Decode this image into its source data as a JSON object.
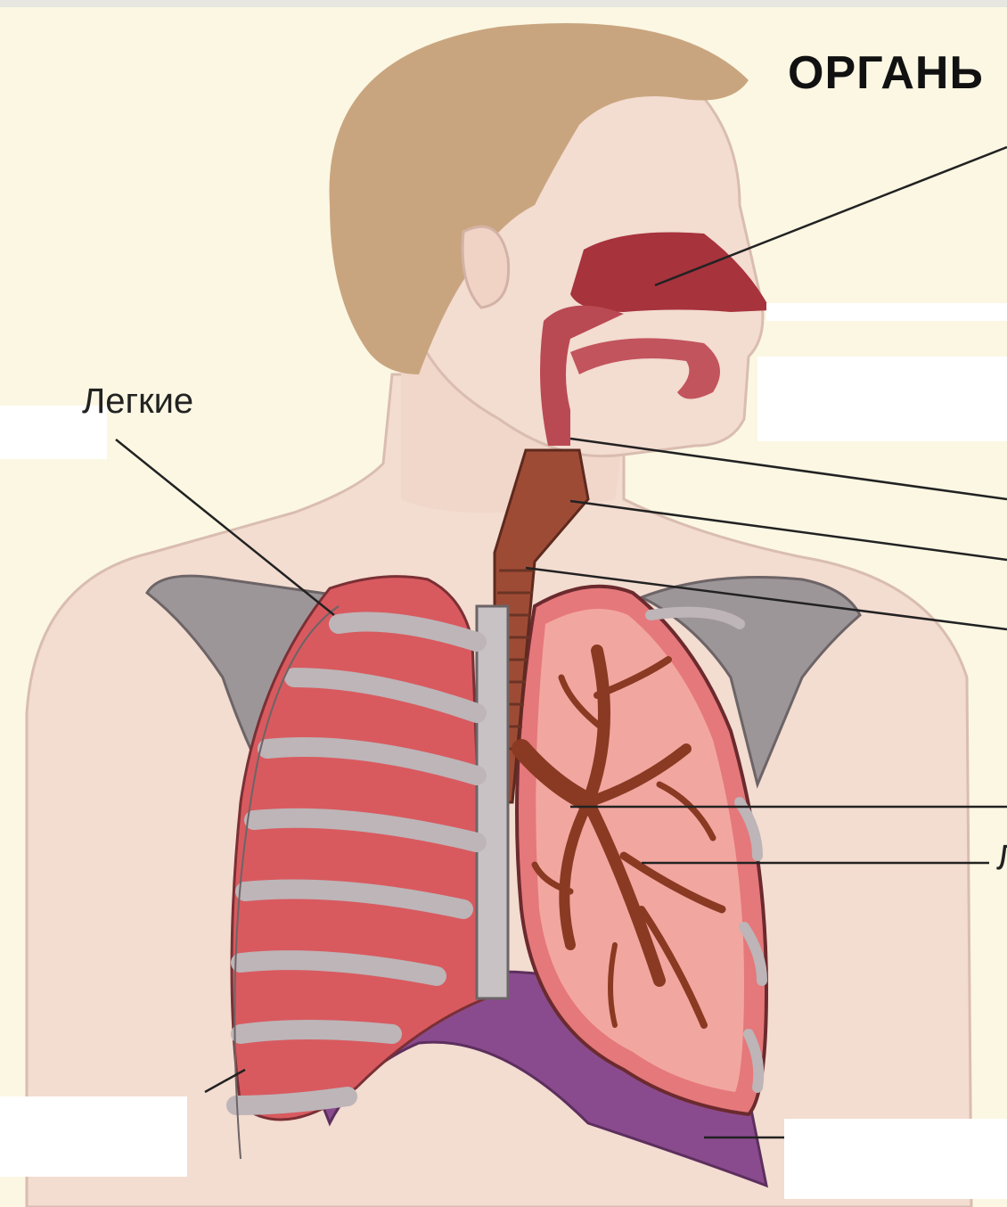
{
  "diagram": {
    "title": "ОРГАНЬ",
    "labels": {
      "lungs": "Легкие",
      "right_cut": "Л"
    },
    "colors": {
      "background": "#fbf7e3",
      "skin": "#f3dcd0",
      "hair": "#c9a57f",
      "airway": "#b3464a",
      "trachea": "#9e4b36",
      "lung": "#e5787a",
      "lung_inner": "#f2a6a0",
      "bone": "#bdb5b8",
      "diaphragm": "#8a4b8e",
      "leader_line": "#222222"
    }
  }
}
